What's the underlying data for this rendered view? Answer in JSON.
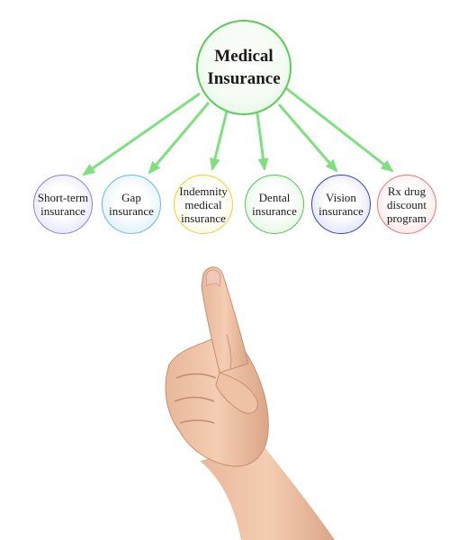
{
  "colors": {
    "arrow": "#7ee07e",
    "center_border": "#5ccb5c"
  },
  "center": {
    "label": "Medical\nInsurance"
  },
  "nodes": [
    {
      "id": "short-term",
      "label": "Short-term\ninsurance",
      "border": "#8a87d0",
      "fill": "#dcdaf7"
    },
    {
      "id": "gap",
      "label": "Gap\ninsurance",
      "border": "#6cb9e0",
      "fill": "#cde9f8"
    },
    {
      "id": "indemnity",
      "label": "Indemnity\nmedical\ninsurance",
      "border": "#e6d33a",
      "fill": "#fbf6d4"
    },
    {
      "id": "dental",
      "label": "Dental\ninsurance",
      "border": "#58c158",
      "fill": "#d8f3d6"
    },
    {
      "id": "vision",
      "label": "Vision\ninsurance",
      "border": "#3a43b8",
      "fill": "#d6d7f4"
    },
    {
      "id": "rx",
      "label": "Rx drug\ndiscount\nprogram",
      "border": "#e07a7a",
      "fill": "#fadcdc"
    }
  ],
  "illustration": {
    "icon": "pointing-hand-icon"
  }
}
